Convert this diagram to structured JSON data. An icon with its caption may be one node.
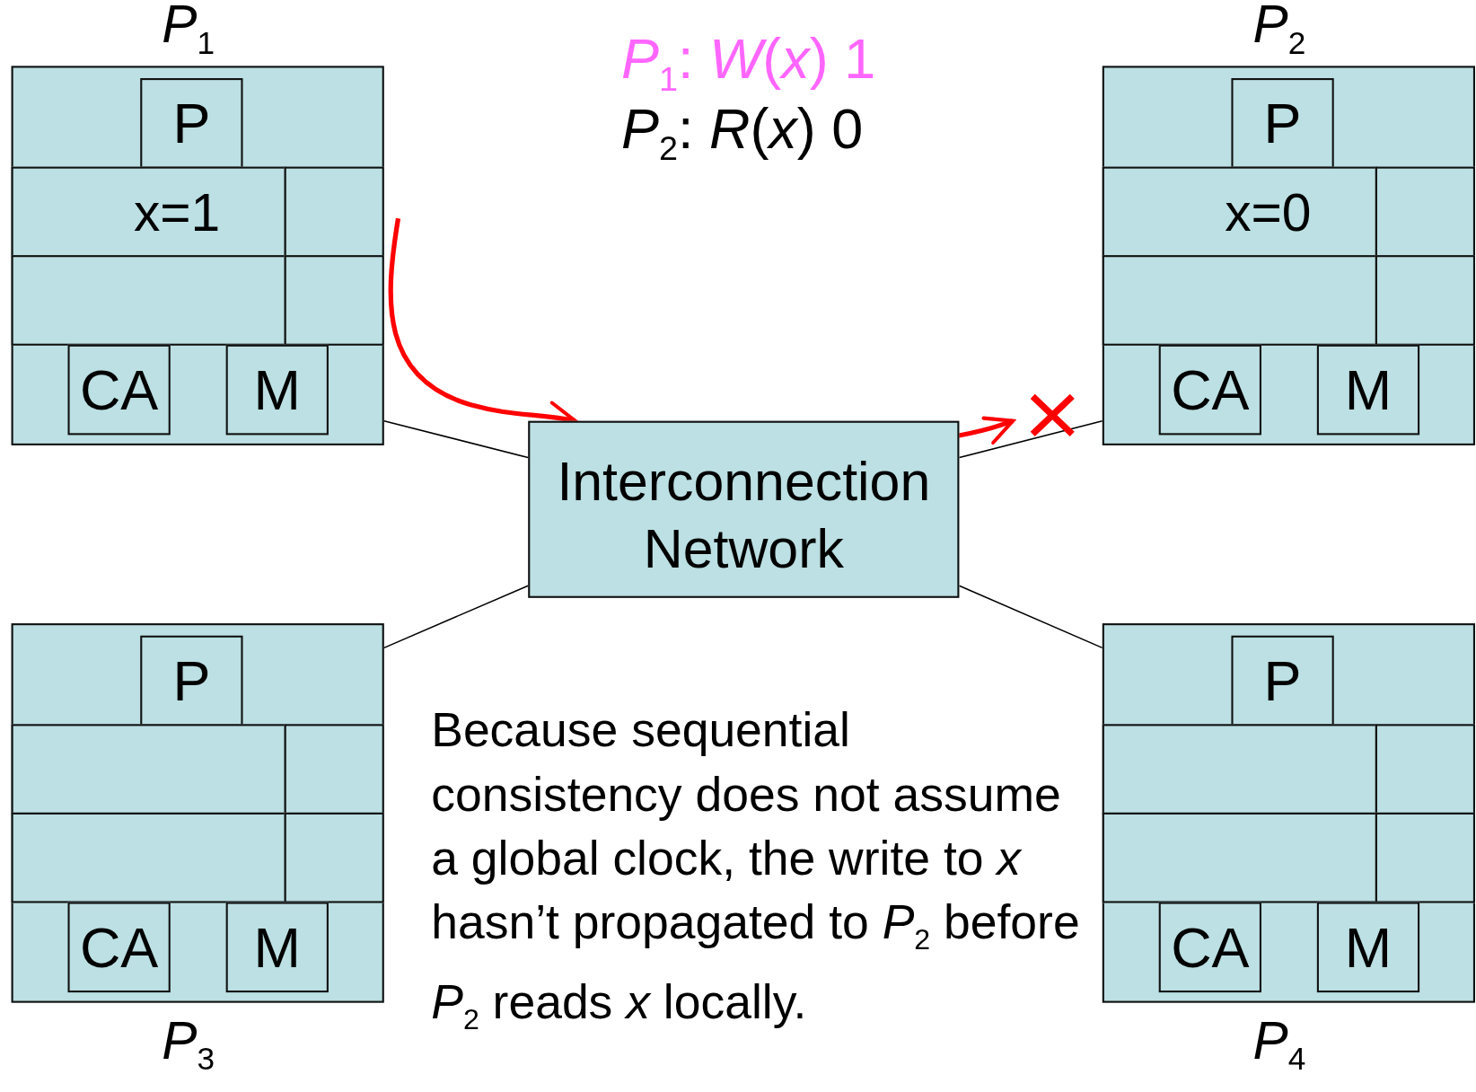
{
  "diagram": {
    "nodes": [
      {
        "text": [
          "*P*$_{1}$"
        ]
      },
      {
        "text": [
          "P"
        ],
        "in": 0
      },
      {
        "text": [
          "x=1"
        ],
        "in": 0
      },
      {
        "text": [],
        "shape": "box",
        "in": 0
      },
      {
        "text": [],
        "shape": "box",
        "in": 0
      },
      {
        "text": [],
        "shape": "box",
        "in": 0
      },
      {
        "text": [
          "CA"
        ],
        "in": 0
      },
      {
        "text": [
          "M"
        ],
        "in": 0
      },
      {
        "text": [
          "*P*$_{2}$"
        ]
      },
      {
        "text": [
          "P"
        ],
        "in": 8
      },
      {
        "text": [
          "x=0"
        ],
        "in": 8
      },
      {
        "text": [],
        "shape": "box",
        "in": 8
      },
      {
        "text": [],
        "shape": "box",
        "in": 8
      },
      {
        "text": [],
        "shape": "box",
        "in": 8
      },
      {
        "text": [
          "CA"
        ],
        "in": 8
      },
      {
        "text": [
          "M"
        ],
        "in": 8
      },
      {
        "text": [
          "Interconnection Network"
        ]
      },
      {
        "text": [
          "*P*$_{3}$"
        ]
      },
      {
        "text": [
          "P"
        ],
        "in": 17
      },
      {
        "text": [],
        "shape": "box",
        "in": 17
      },
      {
        "text": [],
        "shape": "box",
        "in": 17
      },
      {
        "text": [],
        "shape": "box",
        "in": 17
      },
      {
        "text": [],
        "shape": "box",
        "in": 17
      },
      {
        "text": [
          "CA"
        ],
        "in": 17
      },
      {
        "text": [
          "M"
        ],
        "in": 17
      },
      {
        "text": [
          "*P*$_{4}$"
        ]
      },
      {
        "text": [
          "P"
        ],
        "in": 25
      },
      {
        "text": [],
        "shape": "box",
        "in": 25
      },
      {
        "text": [],
        "shape": "box",
        "in": 25
      },
      {
        "text": [],
        "shape": "box",
        "in": 25
      },
      {
        "text": [],
        "shape": "box",
        "in": 25
      },
      {
        "text": [
          "CA"
        ],
        "in": 25
      },
      {
        "text": [
          "M"
        ],
        "in": 25
      }
    ],
    "edges": [
      {
        "from": 0,
        "to": 16,
        "arrow": "none"
      },
      {
        "from": 8,
        "to": 16,
        "arrow": "none"
      },
      {
        "from": 17,
        "to": 16,
        "arrow": "none"
      },
      {
        "from": 25,
        "to": 16,
        "arrow": "none"
      },
      {
        "from": 0,
        "to": 16,
        "arrow": "to",
        "style": "thick",
        "color": "#ff0000"
      },
      {
        "from": 16,
        "to": 8,
        "arrow": "to",
        "style": "thick",
        "color": "#ff0000"
      }
    ],
    "labels": [
      "*P*$_{1}$: *W*(*x*) 1",
      "*P*$_{2}$: *R*(*x*) 0",
      "Because sequential consistency does not assume a global clock, the write to *x* hasn’t propagated to *P*$_{2}$ before *P*$_{2}$ reads *x* locally."
    ]
  }
}
